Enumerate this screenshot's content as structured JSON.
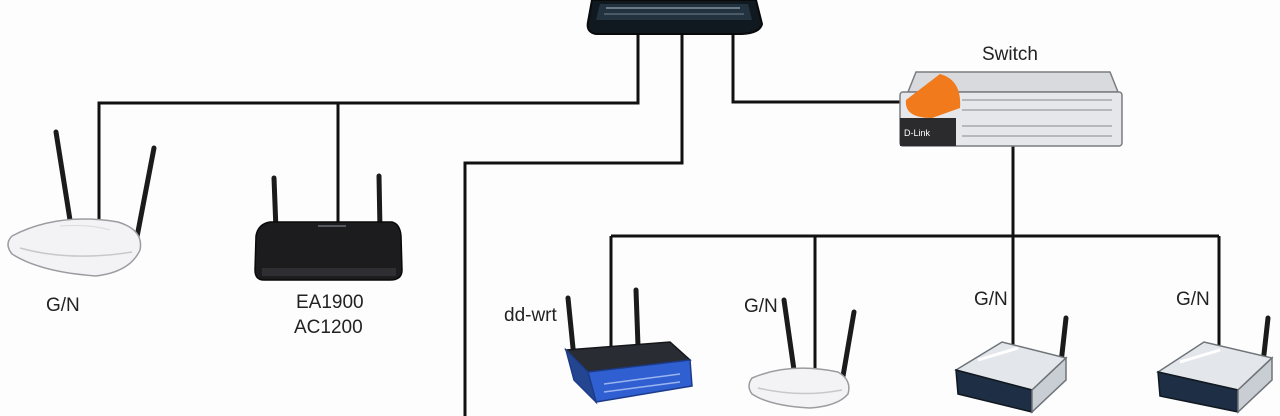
{
  "labels": {
    "switch": "Switch",
    "left_router": "G/N",
    "center_router_line1": "EA1900",
    "center_router_line2": "AC1200",
    "ddwrt": "dd-wrt",
    "mid_router": "G/N",
    "ap_left": "G/N",
    "ap_right": "G/N",
    "switch_brand": "D-Link"
  },
  "colors": {
    "cable": "#111111",
    "switch_accent": "#f07a1c",
    "linksys_blue": "#2f5fd0",
    "router_black": "#1c1c1f",
    "device_white": "#f2f2f4"
  }
}
